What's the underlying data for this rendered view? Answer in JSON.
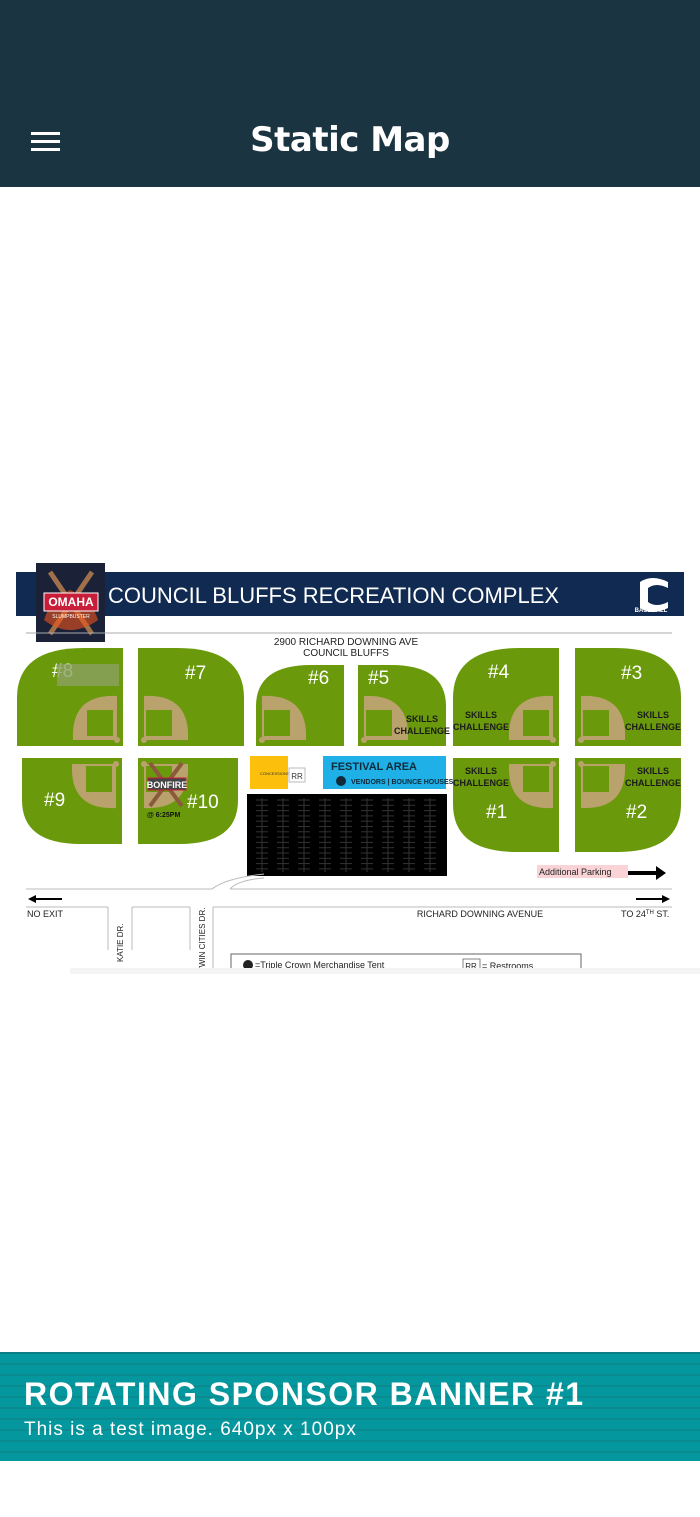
{
  "header": {
    "title": "Static Map",
    "menu_icon": "hamburger-menu-icon",
    "background": "#1b3442"
  },
  "map": {
    "title": "COUNCIL BLUFFS RECREATION COMPLEX",
    "address_line1": "2900 RICHARD DOWNING AVE",
    "address_line2": "COUNCIL BLUFFS",
    "logo_left": {
      "line1": "OMAHA",
      "line2": "SLUMPBUSTER"
    },
    "logo_right": "BASEBALL",
    "fields": [
      {
        "label": "#8",
        "note": ""
      },
      {
        "label": "#7",
        "note": ""
      },
      {
        "label": "#6",
        "note": ""
      },
      {
        "label": "#5",
        "note": "SKILLS CHALLENGE"
      },
      {
        "label": "#4",
        "note": "SKILLS CHALLENGE"
      },
      {
        "label": "#3",
        "note": "SKILLS CHALLENGE"
      },
      {
        "label": "#9",
        "note": ""
      },
      {
        "label": "#10",
        "note": ""
      },
      {
        "label": "#1",
        "note": "SKILLS CHALLENGE"
      },
      {
        "label": "#2",
        "note": "SKILLS CHALLENGE"
      }
    ],
    "skills_line1": "SKILLS",
    "skills_line2": "CHALLENGE",
    "bonfire": {
      "label": "BONFIRE",
      "time": "@ 6:25PM"
    },
    "concessions": "CONCESSIONS",
    "restroom_badge": "RR",
    "festival": {
      "title": "FESTIVAL AREA",
      "subtitle": "VENDORS | BOUNCE HOUSES"
    },
    "additional_parking": "Additional Parking",
    "no_exit": "NO EXIT",
    "street_main": "RICHARD DOWNING AVENUE",
    "to_street": "TO 24",
    "to_street_sup": "TH",
    "to_street_end": " ST.",
    "street_katie": "KATIE DR.",
    "street_twin": "TWIN CITIES DR.",
    "legend": {
      "merch": "=Triple Crown Merchandise Tent",
      "rr_badge": "RR",
      "rr": "= Restrooms"
    },
    "colors": {
      "field": "#6a9a0b",
      "infield": "#b9a26c",
      "banner": "#102a52",
      "festival": "#1eb0e6",
      "concessions": "#fbbf0c",
      "parking_highlight": "#f9d3d6"
    }
  },
  "sponsor_banner": {
    "title": "ROTATING SPONSOR BANNER #1",
    "subtitle": "This is a test image. 640px x 100px"
  }
}
